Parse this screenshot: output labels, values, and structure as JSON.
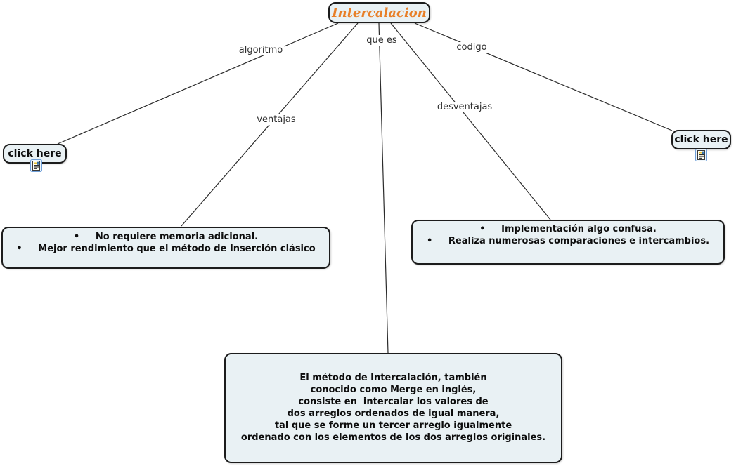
{
  "root_node": {
    "label": "Intercalacion"
  },
  "link_labels": {
    "algoritmo": "algoritmo",
    "que_es": "que es",
    "codigo": "codigo",
    "ventajas": "ventajas",
    "desventajas": "desventajas"
  },
  "click_nodes": {
    "algoritmo": {
      "label": "click here",
      "icon": "resource-document-icon"
    },
    "codigo": {
      "label": "click here",
      "icon": "resource-document-icon"
    }
  },
  "ventajas_box": {
    "lines": [
      "•     No requiere memoria adicional.",
      "•     Mejor rendimiento que el método de Inserción clásico"
    ]
  },
  "desventajas_box": {
    "lines": [
      "•     Implementación algo confusa.",
      "•     Realiza numerosas comparaciones e intercambios."
    ]
  },
  "que_es_box": {
    "lines": [
      "El método de Intercalación, también",
      "conocido como Merge en inglés,",
      "consiste en  intercalar los valores de",
      "dos arreglos ordenados de igual manera,",
      "tal que se forme un tercer arreglo igualmente",
      "ordenado con los elementos de los dos arreglos originales."
    ]
  },
  "colors": {
    "node_fill": "#e9f1f4",
    "node_border": "#1c1c1c",
    "connector_line": "#2b2b2b",
    "title_text": "#e87e26",
    "body_text": "#0d0d0d"
  }
}
